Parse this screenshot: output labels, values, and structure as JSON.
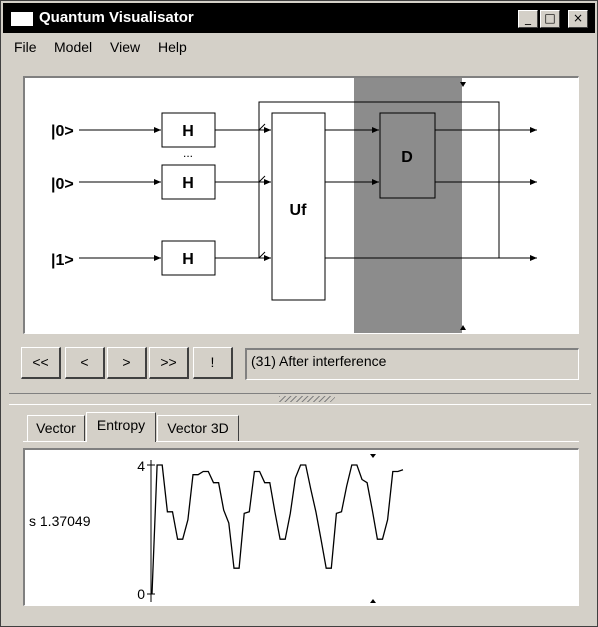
{
  "window": {
    "title": "Quantum Visualisator",
    "controls": {
      "minimize": "_",
      "maximize": "□",
      "close": "×"
    }
  },
  "menu": [
    "File",
    "Model",
    "View",
    "Help"
  ],
  "circuit": {
    "inputs": [
      "|0>",
      "|0>",
      "|1>"
    ],
    "gates": {
      "hadamard": "H",
      "oracle": "Uf",
      "diffusion": "D",
      "ellipsis": "..."
    },
    "highlight_color": "#8c8c8c"
  },
  "nav": {
    "buttons": [
      "<<",
      "<",
      ">",
      ">>",
      "!"
    ],
    "status": "(31) After interference"
  },
  "tabs": [
    "Vector",
    "Entropy",
    "Vector 3D"
  ],
  "active_tab": "Entropy",
  "chart_data": {
    "type": "line",
    "ylim": [
      0,
      4
    ],
    "y_ticks": [
      "4",
      "0"
    ],
    "readout": "s 1.37049",
    "y": [
      0,
      4,
      4,
      2.55,
      2.55,
      1.7,
      1.7,
      2.3,
      3.7,
      3.7,
      3.8,
      3.8,
      3.45,
      3.45,
      2.6,
      2.2,
      0.8,
      0.8,
      2.5,
      2.55,
      3.8,
      3.8,
      3.45,
      3.45,
      2.55,
      1.7,
      1.7,
      2.5,
      3.6,
      4,
      4,
      3.25,
      2.55,
      1.7,
      0.8,
      0.8,
      2.5,
      2.55,
      3.35,
      4,
      4,
      3.55,
      3.45,
      2.6,
      1.7,
      1.7,
      2.3,
      3.8,
      3.8,
      3.85
    ]
  }
}
